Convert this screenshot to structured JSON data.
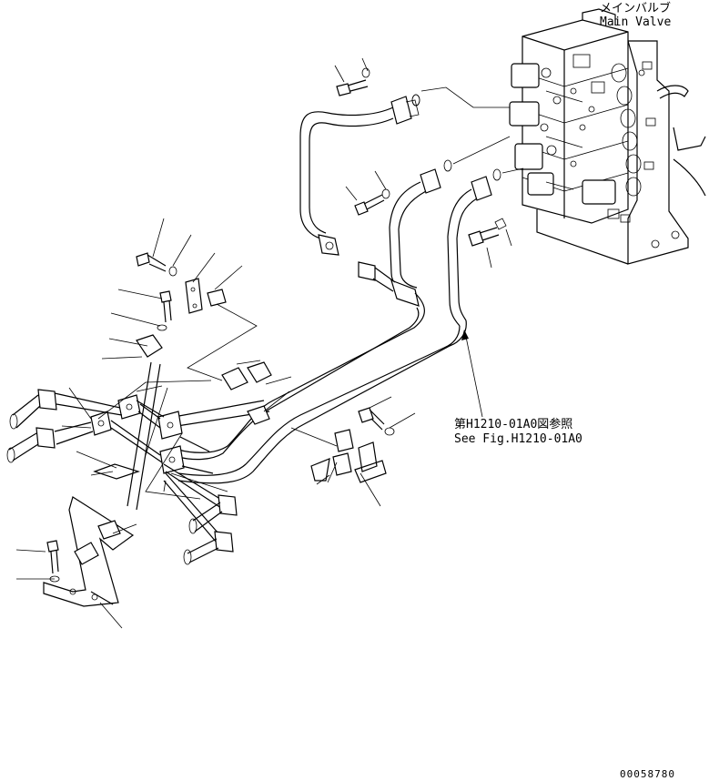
{
  "labels": {
    "main_valve_jp": "メインバルブ",
    "main_valve_en": "Main Valve",
    "see_fig_jp": "第H1210-01A0図参照",
    "see_fig_en": "See Fig.H1210-01A0",
    "drawing_code": "00058780"
  }
}
